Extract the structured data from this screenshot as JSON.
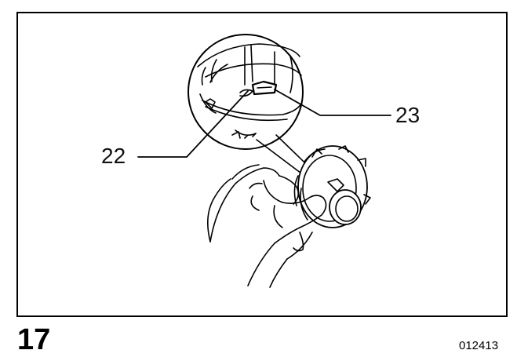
{
  "figure": {
    "number": "17",
    "code": "012413"
  },
  "callouts": {
    "label_22": "22",
    "label_23": "23"
  },
  "colors": {
    "line": "#000000",
    "background": "#ffffff"
  }
}
